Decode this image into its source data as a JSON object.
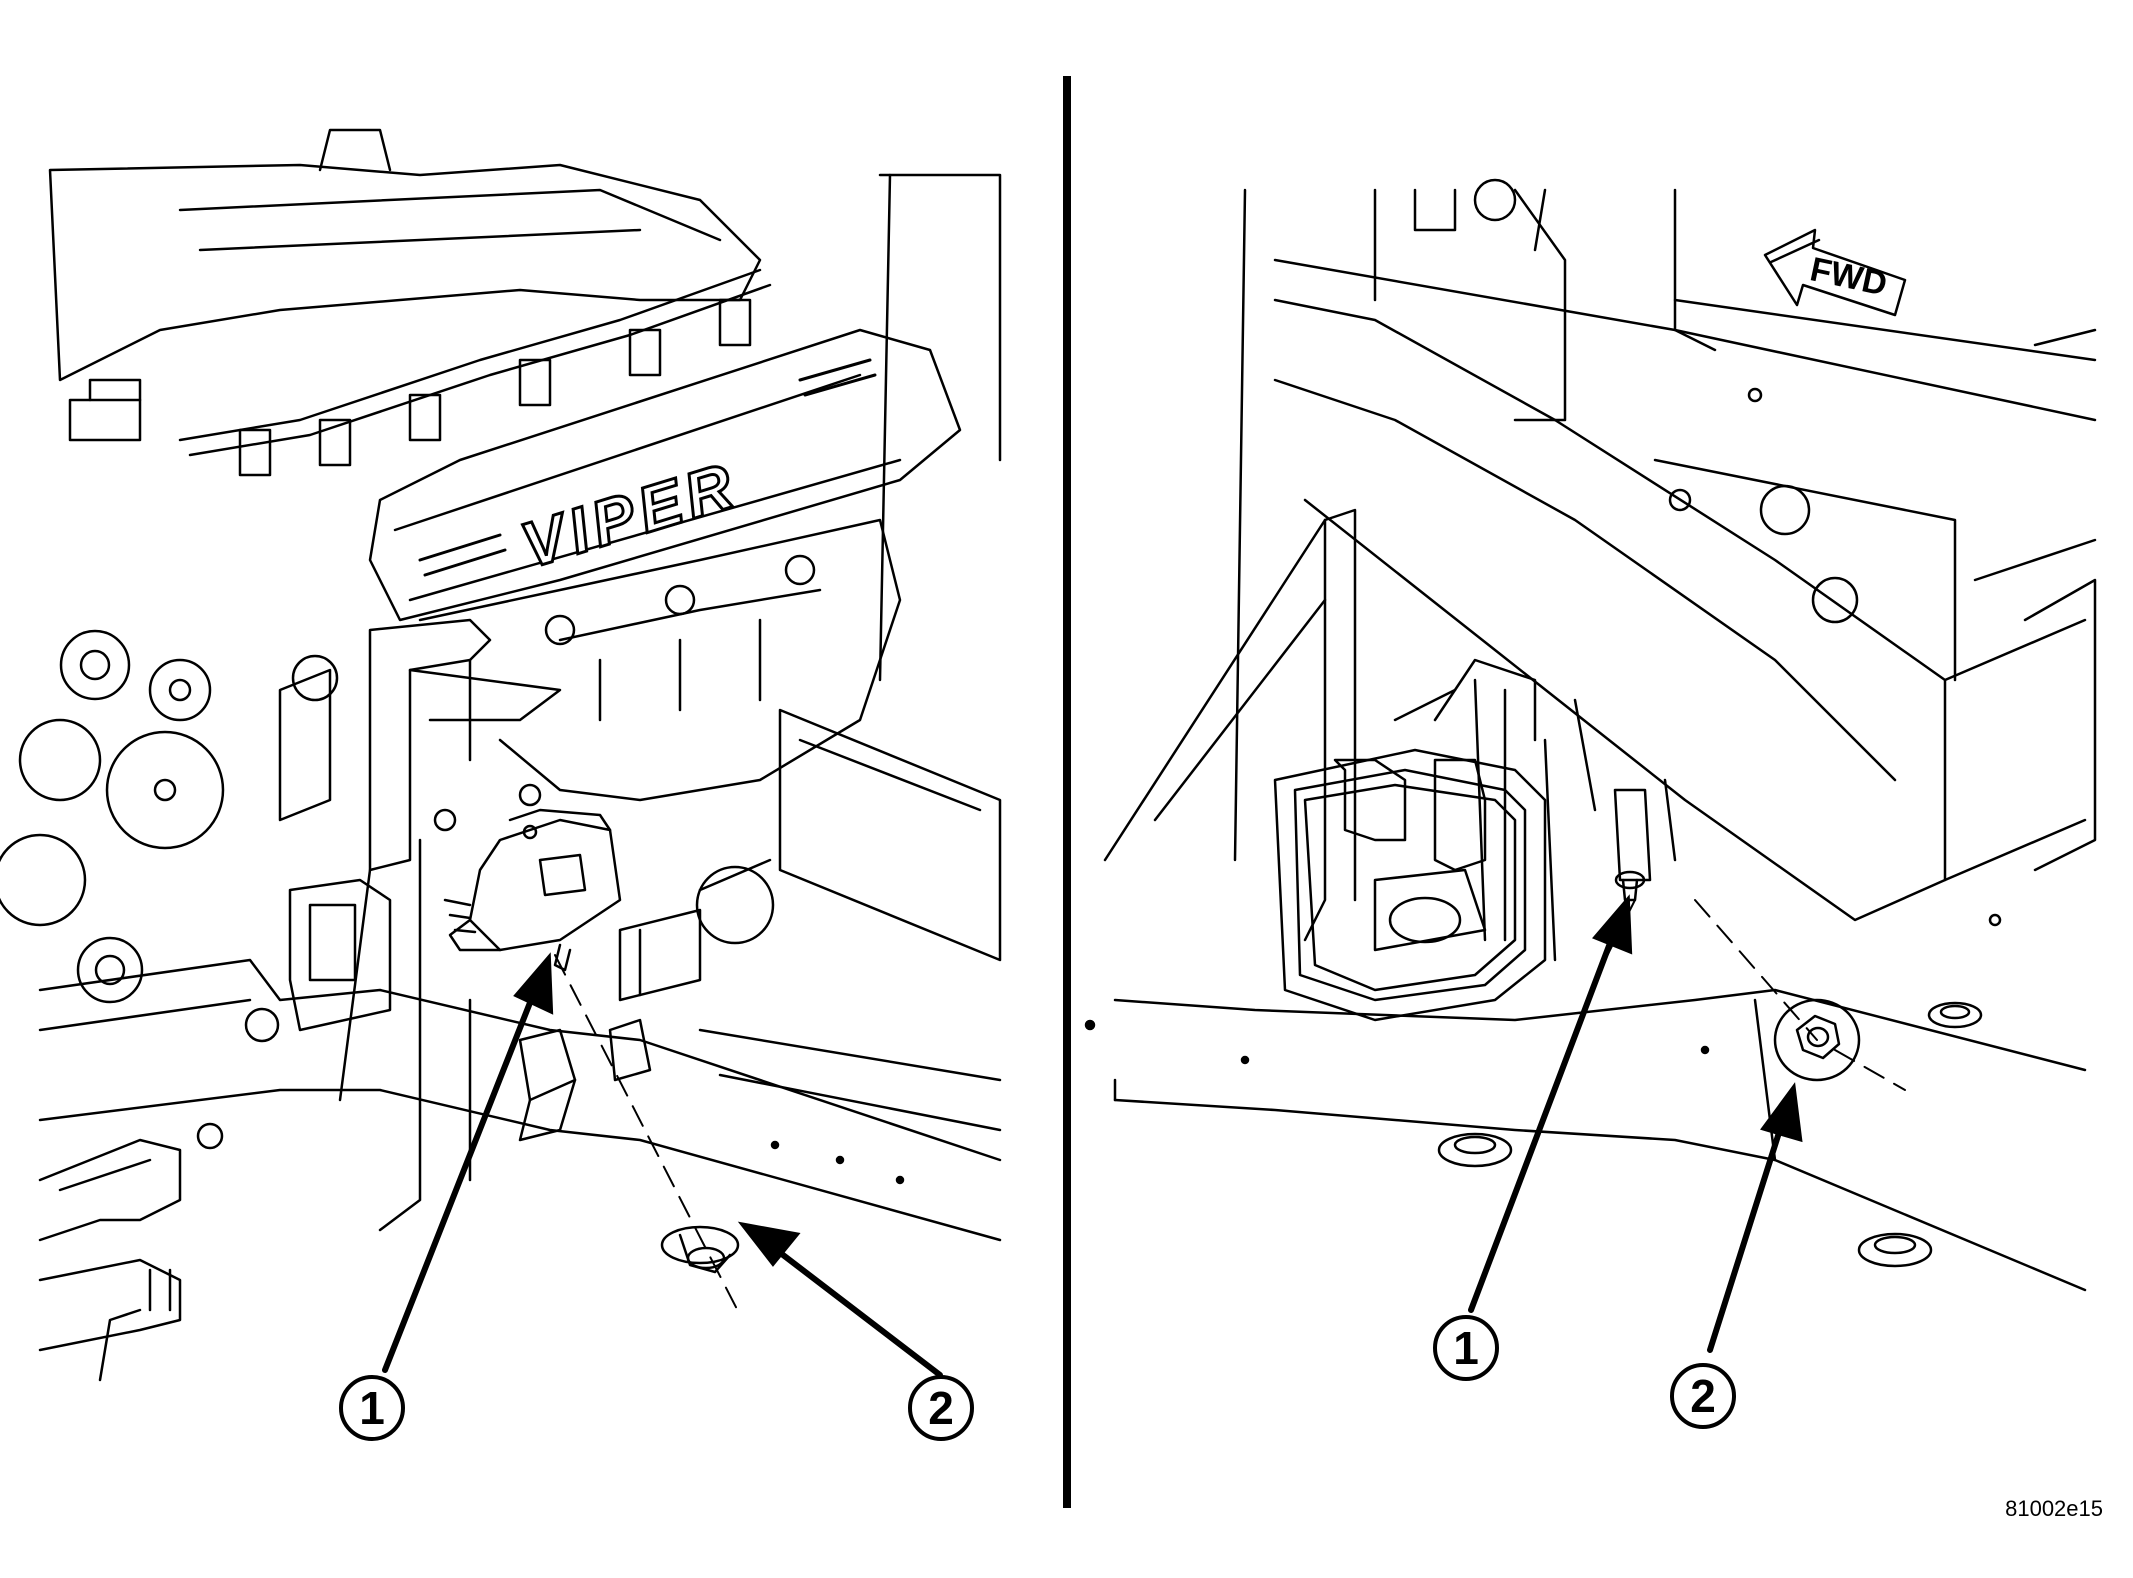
{
  "left_panel": {
    "engine_logo": "VIPER",
    "callouts": [
      {
        "number": "1"
      },
      {
        "number": "2"
      }
    ]
  },
  "right_panel": {
    "direction_label": "FWD",
    "callouts": [
      {
        "number": "1"
      },
      {
        "number": "2"
      }
    ]
  },
  "figure_code": "81002e15",
  "colors": {
    "ink": "#000000",
    "paper": "#ffffff"
  }
}
